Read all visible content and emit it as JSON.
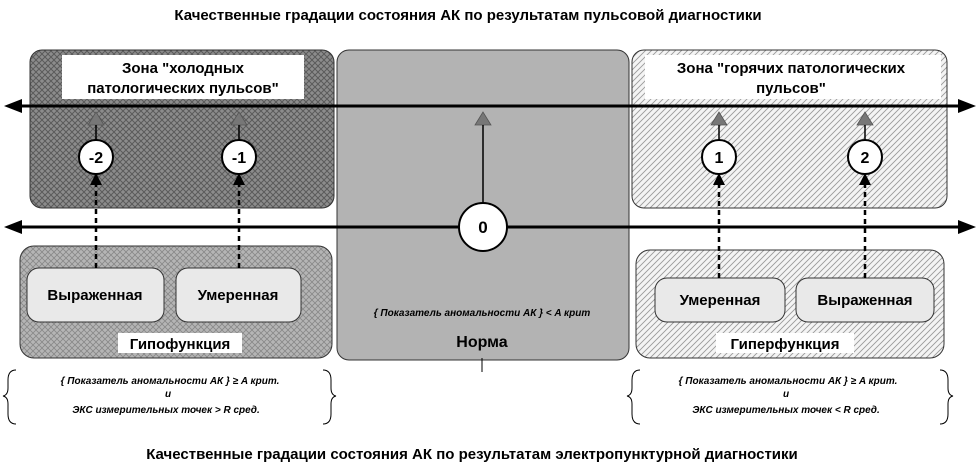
{
  "diagram": {
    "top_title": "Качественные градации состояния АК по результатам пульсовой диагностики",
    "bottom_title": "Качественные градации состояния АК по результатам электропунктурной диагностики",
    "cold_zone": {
      "line1": "Зона \"холодных",
      "line2": "патологических пульсов\""
    },
    "hot_zone": {
      "line1": "Зона \"горячих патологических",
      "line2": "пульсов\""
    },
    "norm_label": "Норма",
    "norm_condition": "{ Показатель аномальности АК } < A крит",
    "markers": [
      "-2",
      "-1",
      "0",
      "1",
      "2"
    ],
    "hypo": {
      "title": "Гипофункция",
      "left": "Выраженная",
      "right": "Умеренная"
    },
    "hyper": {
      "title": "Гиперфункция",
      "left": "Умеренная",
      "right": "Выраженная"
    },
    "hypo_condition": {
      "line1": "{ Показатель аномальности АК } ≥ A крит.",
      "line2": "и",
      "line3": "ЭКС измерительных точек > R сред."
    },
    "hyper_condition": {
      "line1": "{ Показатель аномальности АК } ≥ A крит.",
      "line2": "и",
      "line3": "ЭКС измерительных точек < R сред."
    },
    "colors": {
      "cold_fill": "#8f8f8f",
      "norm_fill": "#b3b3b3",
      "hot_fill": "#ececec",
      "border": "#333333"
    }
  }
}
